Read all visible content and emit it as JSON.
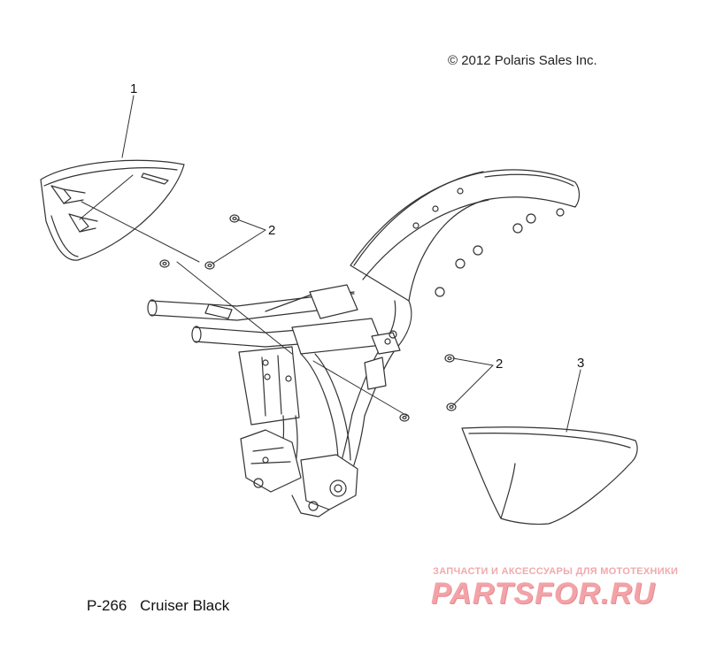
{
  "copyright": "© 2012 Polaris Sales Inc.",
  "page_ref": {
    "code": "P-266",
    "title": "Cruiser Black"
  },
  "callouts": {
    "part1": "1",
    "part2_upper": "2",
    "part2_lower": "2",
    "part3": "3"
  },
  "watermark": {
    "tagline": "ЗАПЧАСТИ И АКСЕССУАРЫ ДЛЯ МОТОТЕХНИКИ",
    "logo": "PARTSFOR.RU",
    "color": "#f3a3a8"
  },
  "line_color": "#333333"
}
